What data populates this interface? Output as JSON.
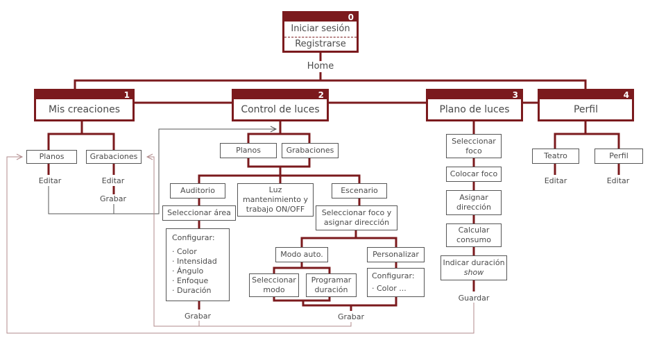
{
  "colors": {
    "accent": "#7b1a1d",
    "text": "#4a4a4a",
    "return_line": "#b08a8b"
  },
  "root": {
    "number": "0",
    "login": "Iniciar sesión",
    "register": "Registrarse",
    "home": "Home"
  },
  "sections": [
    {
      "number": "1",
      "title": "Mis creaciones"
    },
    {
      "number": "2",
      "title": "Control de luces"
    },
    {
      "number": "3",
      "title": "Plano de luces"
    },
    {
      "number": "4",
      "title": "Perfil"
    }
  ],
  "mis_creaciones": {
    "planos": "Planos",
    "grabaciones": "Grabaciones",
    "editar_planos": "Editar",
    "editar_grab": "Editar",
    "grabar": "Grabar"
  },
  "control": {
    "planos": "Planos",
    "grabaciones": "Grabaciones",
    "auditorio": "Auditorio",
    "luz": "Luz mantenimiento y trabajo ON/OFF",
    "escenario": "Escenario",
    "sel_area": "Seleccionar área",
    "config_title": "Configurar:",
    "config_items": [
      "Color",
      "Intensidad",
      "Ángulo",
      "Enfoque",
      "Duración"
    ],
    "grabar_left": "Grabar",
    "sel_foco": "Seleccionar foco y asignar dirección",
    "modo_auto": "Modo auto.",
    "personalizar": "Personalizar",
    "sel_modo": "Seleccionar modo",
    "prog_dur": "Programar duración",
    "config2_title": "Configurar:",
    "config2_item": "Color ...",
    "grabar_right": "Grabar"
  },
  "plano": {
    "sel_foco": "Seleccionar foco",
    "colocar": "Colocar foco",
    "asignar": "Asignar dirección",
    "calcular": "Calcular consumo",
    "indicar": "Indicar duración",
    "indicar_em": "show",
    "guardar": "Guardar"
  },
  "perfil": {
    "teatro": "Teatro",
    "perfil": "Perfil",
    "editar1": "Editar",
    "editar2": "Editar"
  }
}
